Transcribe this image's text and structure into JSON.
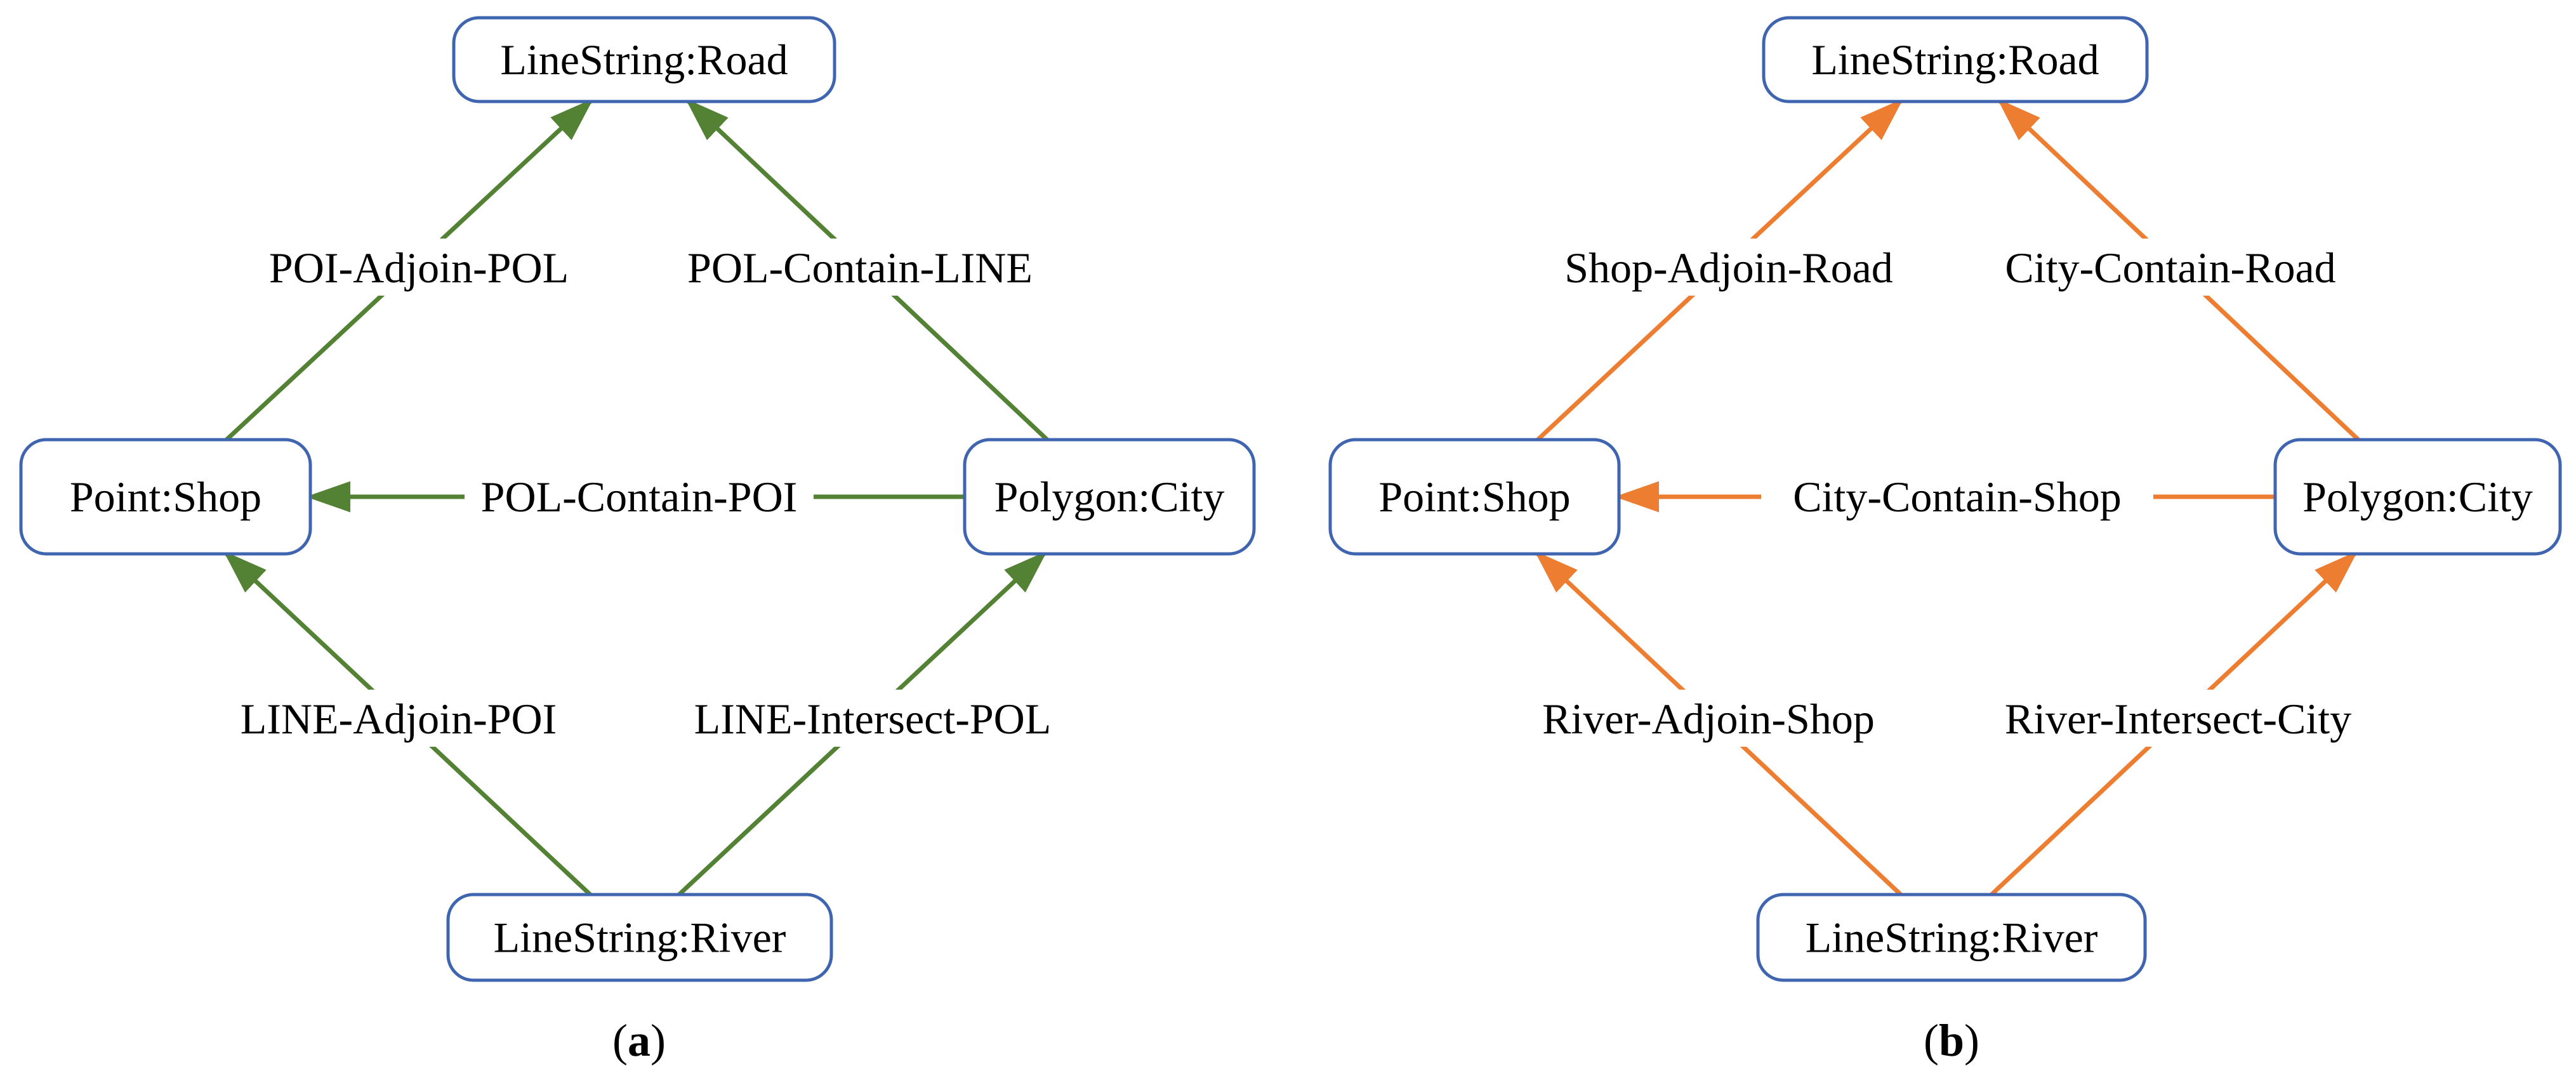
{
  "colors": {
    "node_border": "#3f64b0",
    "panel_a_edge": "#548235",
    "panel_b_edge": "#ed7d31",
    "background": "#ffffff"
  },
  "panels": [
    {
      "id": "a",
      "caption_letter": "a",
      "nodes": {
        "top": "LineString:Road",
        "left": "Point:Shop",
        "right": "Polygon:City",
        "bottom": "LineString:River"
      },
      "edges": [
        {
          "id": "left-top",
          "from": "left",
          "to": "top",
          "label": "POI-Adjoin-POL"
        },
        {
          "id": "right-top",
          "from": "right",
          "to": "top",
          "label": "POL-Contain-LINE"
        },
        {
          "id": "right-left",
          "from": "right",
          "to": "left",
          "label": "POL-Contain-POI"
        },
        {
          "id": "bottom-left",
          "from": "bottom",
          "to": "left",
          "label": "LINE-Adjoin-POI"
        },
        {
          "id": "bottom-right",
          "from": "bottom",
          "to": "right",
          "label": "LINE-Intersect-POL"
        }
      ]
    },
    {
      "id": "b",
      "caption_letter": "b",
      "nodes": {
        "top": "LineString:Road",
        "left": "Point:Shop",
        "right": "Polygon:City",
        "bottom": "LineString:River"
      },
      "edges": [
        {
          "id": "left-top",
          "from": "left",
          "to": "top",
          "label": "Shop-Adjoin-Road"
        },
        {
          "id": "right-top",
          "from": "right",
          "to": "top",
          "label": "City-Contain-Road"
        },
        {
          "id": "right-left",
          "from": "right",
          "to": "left",
          "label": "City-Contain-Shop"
        },
        {
          "id": "bottom-left",
          "from": "bottom",
          "to": "left",
          "label": "River-Adjoin-Shop"
        },
        {
          "id": "bottom-right",
          "from": "bottom",
          "to": "right",
          "label": "River-Intersect-City"
        }
      ]
    }
  ]
}
